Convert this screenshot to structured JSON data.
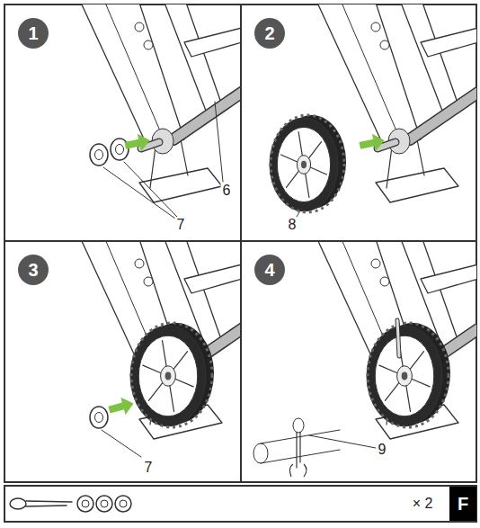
{
  "diagram": {
    "nodes": [
      {
        "text": [
          "1"
        ]
      },
      {
        "text": [
          "2"
        ]
      },
      {
        "text": [
          "3"
        ]
      },
      {
        "text": [
          "4"
        ]
      },
      {
        "text": [
          "F"
        ]
      }
    ],
    "labels": [
      "6",
      "7",
      "8",
      "7",
      "9",
      "× 2"
    ]
  }
}
